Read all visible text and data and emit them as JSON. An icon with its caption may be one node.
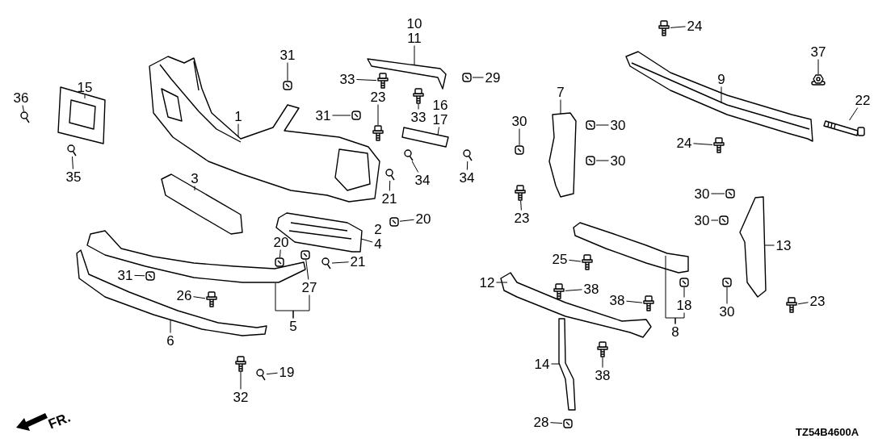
{
  "diagram": {
    "nodes": [
      {
        "text": [
          "1"
        ]
      },
      {
        "text": [
          "2"
        ]
      },
      {
        "text": [
          "3"
        ]
      },
      {
        "text": [
          "4"
        ]
      },
      {
        "text": [
          "5"
        ]
      },
      {
        "text": [
          "6"
        ]
      },
      {
        "text": [
          "7"
        ]
      },
      {
        "text": [
          "8"
        ]
      },
      {
        "text": [
          "9"
        ]
      },
      {
        "text": [
          "10"
        ]
      },
      {
        "text": [
          "11"
        ]
      },
      {
        "text": [
          "12"
        ]
      },
      {
        "text": [
          "13"
        ]
      },
      {
        "text": [
          "14"
        ]
      },
      {
        "text": [
          "15"
        ]
      },
      {
        "text": [
          "16"
        ]
      },
      {
        "text": [
          "17"
        ]
      },
      {
        "text": [
          "18"
        ]
      },
      {
        "text": [
          "19"
        ]
      },
      {
        "text": [
          "20"
        ]
      },
      {
        "text": [
          "20"
        ]
      },
      {
        "text": [
          "21"
        ]
      },
      {
        "text": [
          "21"
        ]
      },
      {
        "text": [
          "22"
        ]
      },
      {
        "text": [
          "23"
        ]
      },
      {
        "text": [
          "23"
        ]
      },
      {
        "text": [
          "23"
        ]
      },
      {
        "text": [
          "24"
        ]
      },
      {
        "text": [
          "24"
        ]
      },
      {
        "text": [
          "25"
        ]
      },
      {
        "text": [
          "26"
        ]
      },
      {
        "text": [
          "27"
        ]
      },
      {
        "text": [
          "28"
        ]
      },
      {
        "text": [
          "29"
        ]
      },
      {
        "text": [
          "30"
        ]
      },
      {
        "text": [
          "30"
        ]
      },
      {
        "text": [
          "30"
        ]
      },
      {
        "text": [
          "30"
        ]
      },
      {
        "text": [
          "30"
        ]
      },
      {
        "text": [
          "30"
        ]
      },
      {
        "text": [
          "31"
        ]
      },
      {
        "text": [
          "31"
        ]
      },
      {
        "text": [
          "31"
        ]
      },
      {
        "text": [
          "32"
        ]
      },
      {
        "text": [
          "33"
        ]
      },
      {
        "text": [
          "33"
        ]
      },
      {
        "text": [
          "34"
        ]
      },
      {
        "text": [
          "34"
        ]
      },
      {
        "text": [
          "35"
        ]
      },
      {
        "text": [
          "36"
        ]
      },
      {
        "text": [
          "37"
        ]
      },
      {
        "text": [
          "38"
        ]
      },
      {
        "text": [
          "38"
        ]
      },
      {
        "text": [
          "38"
        ]
      },
      {
        "text": [],
        "shape": "picture"
      },
      {
        "text": [],
        "shape": "picture"
      },
      {
        "text": [],
        "shape": "picture"
      },
      {
        "text": [],
        "shape": "picture"
      },
      {
        "text": [],
        "shape": "picture"
      },
      {
        "text": [],
        "shape": "picture"
      },
      {
        "text": [],
        "shape": "picture"
      },
      {
        "text": [],
        "shape": "picture"
      },
      {
        "text": [],
        "shape": "picture"
      },
      {
        "text": [],
        "shape": "picture"
      },
      {
        "text": [],
        "shape": "picture"
      },
      {
        "text": [],
        "shape": "picture"
      },
      {
        "text": [],
        "shape": "picture"
      },
      {
        "text": [],
        "shape": "picture"
      },
      {
        "text": [],
        "shape": "picture"
      },
      {
        "text": [],
        "shape": "picture"
      },
      {
        "text": [],
        "shape": "picture"
      },
      {
        "text": [],
        "shape": "picture"
      },
      {
        "text": [],
        "shape": "picture"
      },
      {
        "text": [],
        "shape": "picture"
      },
      {
        "text": [],
        "shape": "picture"
      },
      {
        "text": [],
        "shape": "picture"
      },
      {
        "text": [],
        "shape": "picture"
      },
      {
        "text": [],
        "shape": "picture"
      },
      {
        "text": [],
        "shape": "picture"
      },
      {
        "text": [],
        "shape": "picture"
      },
      {
        "text": [],
        "shape": "picture"
      },
      {
        "text": [],
        "shape": "picture"
      },
      {
        "text": [],
        "shape": "picture"
      },
      {
        "text": [],
        "shape": "picture"
      },
      {
        "text": [],
        "shape": "picture"
      },
      {
        "text": [],
        "shape": "picture"
      },
      {
        "text": [],
        "shape": "picture"
      },
      {
        "text": [],
        "shape": "picture"
      },
      {
        "text": [],
        "shape": "picture"
      },
      {
        "text": [],
        "shape": "picture"
      },
      {
        "text": [],
        "shape": "picture"
      },
      {
        "text": [],
        "shape": "picture"
      },
      {
        "text": [],
        "shape": "picture"
      },
      {
        "text": [],
        "shape": "picture"
      },
      {
        "text": [],
        "shape": "picture"
      },
      {
        "text": [],
        "shape": "picture"
      },
      {
        "text": [],
        "shape": "picture"
      },
      {
        "text": [],
        "shape": "picture"
      },
      {
        "text": [],
        "shape": "picture"
      },
      {
        "text": [],
        "shape": "picture"
      },
      {
        "text": [],
        "shape": "picture"
      },
      {
        "text": [],
        "shape": "picture"
      },
      {
        "text": [],
        "shape": "picture"
      },
      {
        "text": [],
        "shape": "picture"
      },
      {
        "text": [],
        "shape": "picture"
      }
    ],
    "edges": [
      {
        "from": 0,
        "to": 54,
        "arrow": "none"
      },
      {
        "from": 2,
        "to": 56,
        "arrow": "none"
      },
      {
        "from": 3,
        "to": 55,
        "arrow": "none"
      },
      {
        "from": 4,
        "to": 57,
        "arrow": "none"
      },
      {
        "from": 4,
        "to": 31,
        "arrow": "none"
      },
      {
        "from": 5,
        "to": 58,
        "arrow": "none"
      },
      {
        "from": 6,
        "to": 59,
        "arrow": "none"
      },
      {
        "from": 7,
        "to": 60,
        "arrow": "none"
      },
      {
        "from": 7,
        "to": 17,
        "arrow": "none"
      },
      {
        "from": 8,
        "to": 61,
        "arrow": "none"
      },
      {
        "from": 10,
        "to": 62,
        "arrow": "none"
      },
      {
        "from": 11,
        "to": 63,
        "arrow": "none"
      },
      {
        "from": 12,
        "to": 64,
        "arrow": "none"
      },
      {
        "from": 13,
        "to": 65,
        "arrow": "none"
      },
      {
        "from": 14,
        "to": 66,
        "arrow": "none"
      },
      {
        "from": 16,
        "to": 67,
        "arrow": "none"
      },
      {
        "from": 17,
        "to": 68,
        "arrow": "none"
      },
      {
        "from": 18,
        "to": 69,
        "arrow": "none"
      },
      {
        "from": 19,
        "to": 70,
        "arrow": "none"
      },
      {
        "from": 20,
        "to": 71,
        "arrow": "none"
      },
      {
        "from": 21,
        "to": 72,
        "arrow": "none"
      },
      {
        "from": 22,
        "to": 73,
        "arrow": "none"
      },
      {
        "from": 23,
        "to": 74,
        "arrow": "none"
      },
      {
        "from": 24,
        "to": 75,
        "arrow": "none"
      },
      {
        "from": 25,
        "to": 76,
        "arrow": "none"
      },
      {
        "from": 26,
        "to": 77,
        "arrow": "none"
      },
      {
        "from": 27,
        "to": 78,
        "arrow": "none"
      },
      {
        "from": 28,
        "to": 79,
        "arrow": "none"
      },
      {
        "from": 29,
        "to": 80,
        "arrow": "none"
      },
      {
        "from": 30,
        "to": 81,
        "arrow": "none"
      },
      {
        "from": 31,
        "to": 82,
        "arrow": "none"
      },
      {
        "from": 32,
        "to": 83,
        "arrow": "none"
      },
      {
        "from": 33,
        "to": 84,
        "arrow": "none"
      },
      {
        "from": 34,
        "to": 85,
        "arrow": "none"
      },
      {
        "from": 35,
        "to": 86,
        "arrow": "none"
      },
      {
        "from": 36,
        "to": 87,
        "arrow": "none"
      },
      {
        "from": 37,
        "to": 88,
        "arrow": "none"
      },
      {
        "from": 38,
        "to": 89,
        "arrow": "none"
      },
      {
        "from": 39,
        "to": 90,
        "arrow": "none"
      },
      {
        "from": 40,
        "to": 91,
        "arrow": "none"
      },
      {
        "from": 41,
        "to": 92,
        "arrow": "none"
      },
      {
        "from": 42,
        "to": 93,
        "arrow": "none"
      },
      {
        "from": 43,
        "to": 94,
        "arrow": "none"
      },
      {
        "from": 44,
        "to": 95,
        "arrow": "none"
      },
      {
        "from": 45,
        "to": 96,
        "arrow": "none"
      },
      {
        "from": 46,
        "to": 97,
        "arrow": "none"
      },
      {
        "from": 47,
        "to": 98,
        "arrow": "none"
      },
      {
        "from": 48,
        "to": 99,
        "arrow": "none"
      },
      {
        "from": 49,
        "to": 100,
        "arrow": "none"
      },
      {
        "from": 50,
        "to": 101,
        "arrow": "none"
      },
      {
        "from": 51,
        "to": 102,
        "arrow": "none"
      },
      {
        "from": 52,
        "to": 103,
        "arrow": "none"
      },
      {
        "from": 53,
        "to": 104,
        "arrow": "none"
      }
    ],
    "labels": [
      "FR.",
      "TZ54B4600A"
    ]
  }
}
